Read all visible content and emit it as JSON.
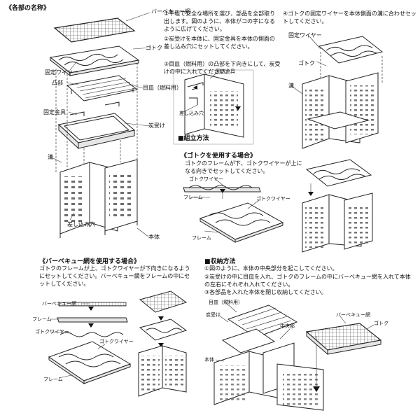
{
  "parts": {
    "title": "《各部の名称》",
    "labels": {
      "bbq_net": "バーベキュー網",
      "gotoku": "ゴトク",
      "fixing_wire": "固定ワイヤー",
      "convex": "凸部",
      "grate": "目皿（燃料用）",
      "fixing_bracket": "固定金具",
      "ash_tray": "炭受け",
      "groove": "溝",
      "insert_hole": "差し込み穴",
      "body": "本体"
    }
  },
  "assembly_steps": [
    "①平坦で安全な場所を選び、部品を全部取り出します。図のように、本体がコの字になるように広げてください。",
    "②炭受けを本体に、固定金具を本体の側面の差し込み穴にセットしてください。",
    "③目皿（燃料用）の凸部を下向きにして、炭受けの中に入れてください。"
  ],
  "assembly_labels": {
    "bracket": "固定金具",
    "hole": "差し込み穴"
  },
  "step4": {
    "text": "④ゴトクの固定ワイヤーを本体側面の溝に合わせセットしてください。",
    "labels": {
      "wire": "固定ワイヤー",
      "gotoku": "ゴトク",
      "groove": "溝"
    }
  },
  "assembly_method": {
    "title": "■組立方法"
  },
  "gotoku_use": {
    "title": "《ゴトクを使用する場合》",
    "text": "ゴトクのフレームが下、ゴトクワイヤーが上になる向きでセットしてください。",
    "labels": {
      "wire": "ゴトクワイヤー",
      "frame": "フレーム",
      "wire2": "ゴトクワイヤー",
      "frame2": "フレーム"
    }
  },
  "bbq_use": {
    "title": "《バーベキュー網を使用する場合》",
    "text": "ゴトクのフレームが上、ゴトクワイヤーが下向きになるようにセットしてください。バーベキュー網をフレームの中にセットしてください。",
    "labels": {
      "net": "バーベキュー網",
      "frame": "フレーム",
      "wire": "ゴトクワイヤー",
      "wire2": "ゴトクワイヤー",
      "frame2": "フレーム"
    }
  },
  "storage": {
    "title": "■収納方法",
    "steps": [
      "①図のように、本体の中央部分を起こしてください。",
      "②炭受けの中に目皿を入れ、ゴトクのフレームの中にバーベキュー網を入れて本体の左右にそれぞれ入れてください。",
      "③各部品を入れた本体を閉じ収納してください。"
    ],
    "labels": {
      "grate": "目皿（燃料用）",
      "ash_tray": "炭受け",
      "body": "本体",
      "center": "中央部",
      "net": "バーベキュー網",
      "gotoku": "ゴトク"
    }
  }
}
